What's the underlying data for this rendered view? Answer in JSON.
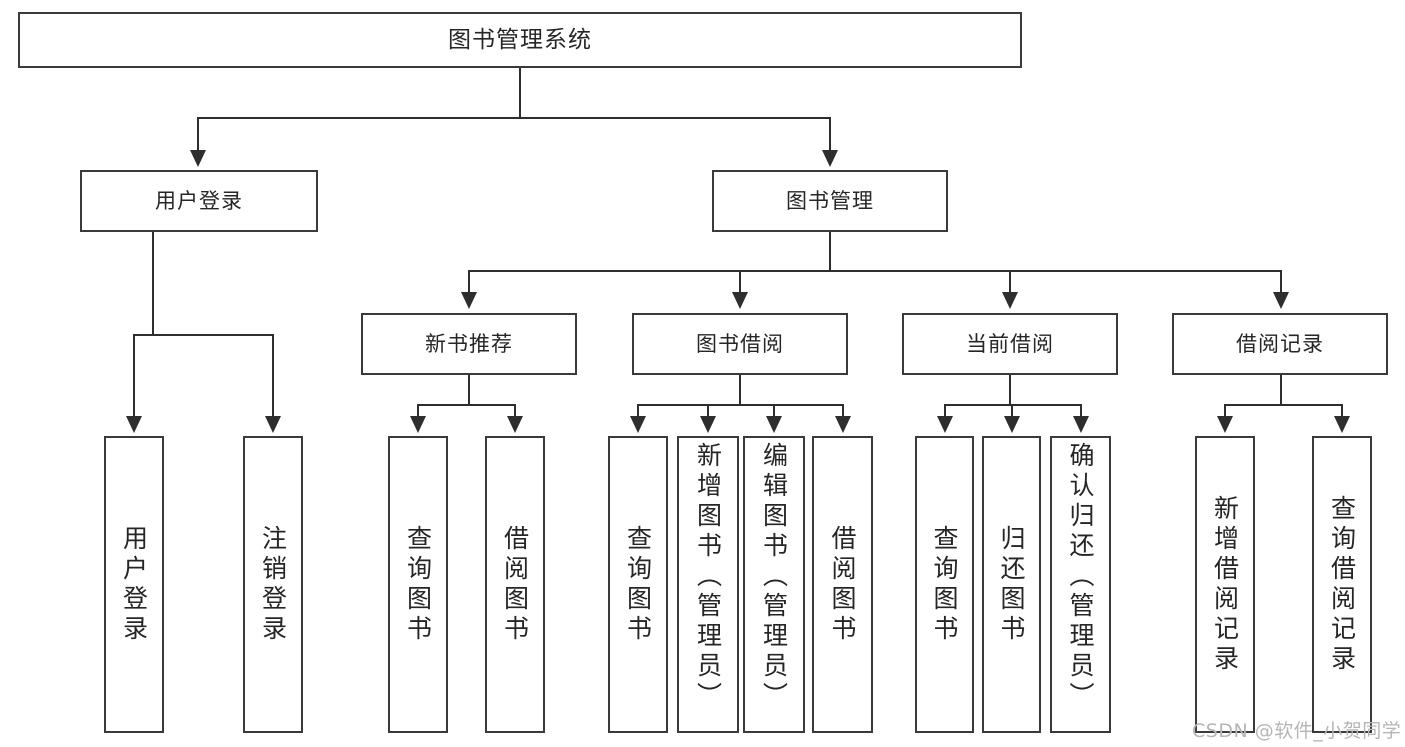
{
  "diagram": {
    "title": "图书管理系统",
    "type": "hierarchy-tree",
    "root": {
      "label": "图书管理系统"
    },
    "level2": [
      {
        "label": "用户登录"
      },
      {
        "label": "图书管理"
      }
    ],
    "level3": [
      {
        "label": "新书推荐"
      },
      {
        "label": "图书借阅"
      },
      {
        "label": "当前借阅"
      },
      {
        "label": "借阅记录"
      }
    ],
    "leaves": {
      "user_login": [
        {
          "label": "用户登录"
        },
        {
          "label": "注销登录"
        }
      ],
      "new_book": [
        {
          "label": "查询图书"
        },
        {
          "label": "借阅图书"
        }
      ],
      "book_borrow": [
        {
          "label": "查询图书"
        },
        {
          "label": "新增图书（管理员）"
        },
        {
          "label": "编辑图书（管理员）"
        },
        {
          "label": "借阅图书"
        }
      ],
      "current_borrow": [
        {
          "label": "查询图书"
        },
        {
          "label": "归还图书"
        },
        {
          "label": "确认归还（管理员）"
        }
      ],
      "borrow_record": [
        {
          "label": "新增借阅记录"
        },
        {
          "label": "查询借阅记录"
        }
      ]
    }
  },
  "watermark": {
    "text": "CSDN @软件_小贺同学"
  },
  "colors": {
    "box_border": "#3a3a3a",
    "connector": "#2e2e2e",
    "text": "#262626",
    "background": "#ffffff",
    "watermark": "#b6b6b6"
  }
}
